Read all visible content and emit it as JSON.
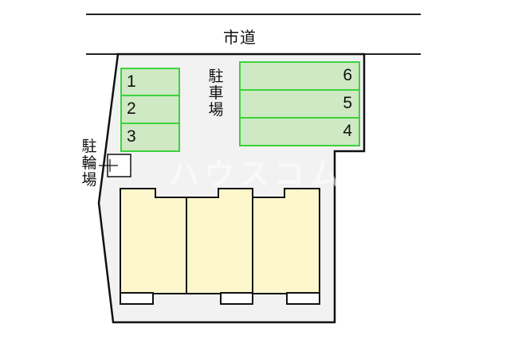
{
  "road": {
    "label": "市道"
  },
  "parking": {
    "label_chars": [
      "駐",
      "車",
      "場"
    ],
    "slots_left": [
      {
        "number": "1"
      },
      {
        "number": "2"
      },
      {
        "number": "3"
      }
    ],
    "slots_right": [
      {
        "number": "6"
      },
      {
        "number": "5"
      },
      {
        "number": "4"
      }
    ]
  },
  "bicycle_parking": {
    "label_chars": [
      "駐",
      "輪",
      "場"
    ]
  },
  "building": {
    "units": 3
  },
  "watermark": "ハウスコム",
  "colors": {
    "lot_fill": "#f2f2f2",
    "parking_fill": "#cfe9c4",
    "parking_border": "#3cd23c",
    "building_fill": "#fdf6cc",
    "outline": "#111111"
  }
}
